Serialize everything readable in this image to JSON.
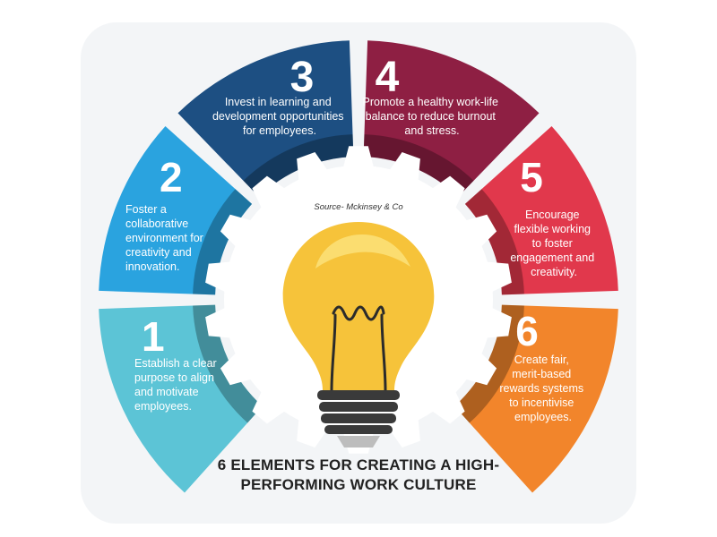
{
  "diagram": {
    "source": "Source- Mckinsey & Co",
    "title_lines": [
      "6 ELEMENTS FOR CREATING A HIGH-",
      "PERFORMING WORK CULTURE"
    ],
    "segments": [
      {
        "number": "1",
        "color": "#5cc4d6",
        "lines": [
          "Establish a clear",
          "purpose to align",
          "and motivate",
          "employees."
        ]
      },
      {
        "number": "2",
        "color": "#2aa3df",
        "lines": [
          "Foster a",
          "collaborative",
          "environment for",
          "creativity and",
          "innovation."
        ]
      },
      {
        "number": "3",
        "color": "#1d4f82",
        "lines": [
          "Invest in learning and",
          "development opportunities",
          "for employees."
        ]
      },
      {
        "number": "4",
        "color": "#8e1f43",
        "lines": [
          "Promote a healthy work-life",
          "balance to reduce burnout",
          "and stress."
        ]
      },
      {
        "number": "5",
        "color": "#e1384c",
        "lines": [
          "Encourage",
          "flexible working",
          "to foster",
          "engagement and",
          "creativity."
        ]
      },
      {
        "number": "6",
        "color": "#f2852b",
        "lines": [
          "Create fair,",
          "merit-based",
          "rewards systems",
          "to incentivise",
          "employees."
        ]
      }
    ],
    "colors": {
      "bulb_yellow": "#f6c33a",
      "bulb_highlight": "#fbe27a",
      "filament": "#2b2b2b",
      "base_dark": "#3a3a3a",
      "base_tip": "#bdbdbd"
    }
  }
}
